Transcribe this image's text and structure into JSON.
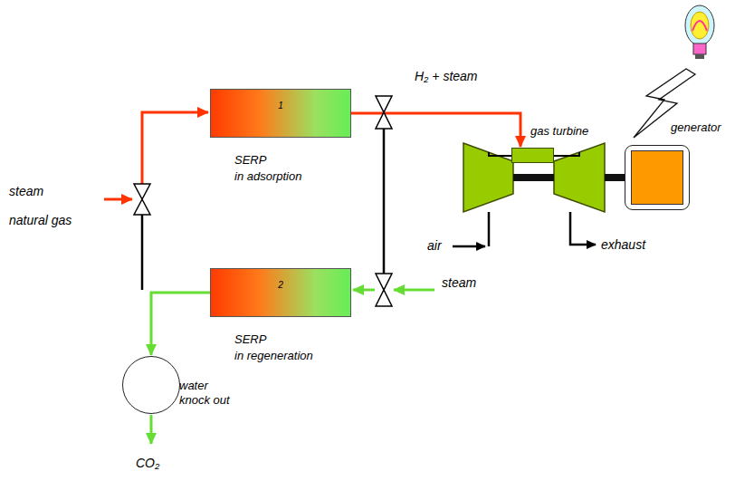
{
  "diagram": {
    "nodes": [
      {
        "text": [
          "1",
          "SERP",
          "in adsorption"
        ]
      },
      {
        "text": [
          "2",
          "SERP",
          "in regeneration"
        ]
      },
      {
        "text": [
          "gas turbine"
        ]
      },
      {
        "text": [
          "generator"
        ]
      },
      {
        "text": [
          "water knock out"
        ]
      }
    ],
    "edges": [
      {
        "from": 0,
        "to": 2,
        "arrow": "to",
        "label": "H₂ + steam"
      },
      {
        "from": 1,
        "to": 4,
        "arrow": "to"
      }
    ],
    "labels": [
      "steam",
      "natural gas",
      "air",
      "exhaust",
      "steam",
      "CO₂"
    ]
  }
}
